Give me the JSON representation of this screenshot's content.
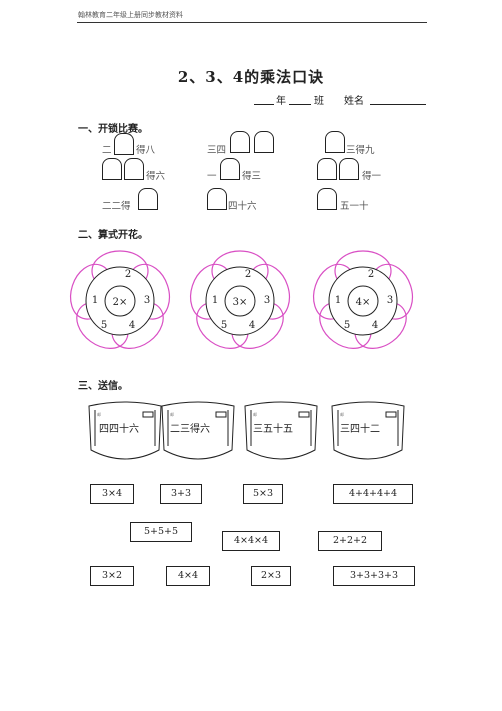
{
  "header": "翰林教育二年级上册同步教材资料",
  "title": "2、3、4的乘法口诀",
  "meta": {
    "year": "年",
    "class": "班",
    "name": "姓名"
  },
  "sections": [
    "一、开锁比赛。",
    "二、算式开花。",
    "三、送信。"
  ],
  "locks": {
    "row1": [
      "二",
      "得八",
      "三四",
      "三得九"
    ],
    "row2": [
      "得六",
      "一",
      "得三",
      "得一"
    ],
    "row3": [
      "二二得",
      "四十六",
      "五一十"
    ]
  },
  "flowers": [
    {
      "center": "2×",
      "top": "2",
      "left": "1",
      "right": "3",
      "bottom_left": "5",
      "bottom_right": "4"
    },
    {
      "center": "3×",
      "top": "2",
      "left": "1",
      "right": "3",
      "bottom_left": "5",
      "bottom_right": "4"
    },
    {
      "center": "4×",
      "top": "2",
      "left": "1",
      "right": "3",
      "bottom_left": "5",
      "bottom_right": "4"
    }
  ],
  "envelopes": [
    "四四十六",
    "二三得六",
    "三五十五",
    "三四十二"
  ],
  "envelope_small": "邮",
  "boxes": {
    "row1": [
      "3×4",
      "3+3",
      "5×3",
      "4+4+4+4"
    ],
    "row2": [
      "5+5+5",
      "4×4×4",
      "2+2+2"
    ],
    "row3": [
      "3×2",
      "4×4",
      "2×3",
      "3+3+3+3"
    ]
  },
  "colors": {
    "petal": "#d94fc4"
  }
}
